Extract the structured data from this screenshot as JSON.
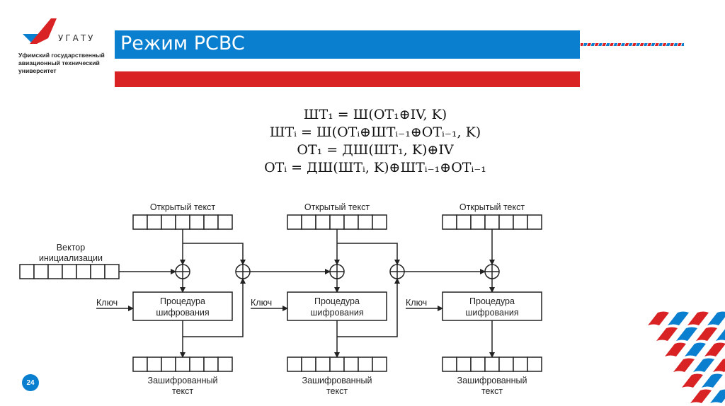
{
  "header": {
    "logo_abbr": "УГАТУ",
    "university_name_lines": [
      "Уфимский государственный",
      "авиационный технический",
      "университет"
    ],
    "title": "Режим PCBC"
  },
  "colors": {
    "brand_blue": "#0a7fcf",
    "brand_red": "#d92224"
  },
  "formulas": [
    "ШТ₁ = Ш(ОТ₁⊕IV, K)",
    "ШТᵢ = Ш(ОТᵢ⊕ШТᵢ₋₁⊕ОТᵢ₋₁, K)",
    "ОТ₁ = ДШ(ШТ₁, K)⊕IV",
    "ОТᵢ = ДШ(ШТᵢ, K)⊕ШТᵢ₋₁⊕ОТᵢ₋₁"
  ],
  "diagram": {
    "iv_label_line1": "Вектор",
    "iv_label_line2": "инициализации",
    "stages": [
      {
        "plaintext_label": "Открытый текст",
        "key_label": "Ключ",
        "proc_line1": "Процедура",
        "proc_line2": "шифрования",
        "cipher_line1": "Зашифрованный",
        "cipher_line2": "текст"
      },
      {
        "plaintext_label": "Открытый текст",
        "key_label": "Ключ",
        "proc_line1": "Процедура",
        "proc_line2": "шифрования",
        "cipher_line1": "Зашифрованный",
        "cipher_line2": "текст"
      },
      {
        "plaintext_label": "Открытый текст",
        "key_label": "Ключ",
        "proc_line1": "Процедура",
        "proc_line2": "шифрования",
        "cipher_line1": "Зашифрованный",
        "cipher_line2": "текст"
      }
    ],
    "block_cells": 7
  },
  "footer": {
    "page_number": "24"
  }
}
